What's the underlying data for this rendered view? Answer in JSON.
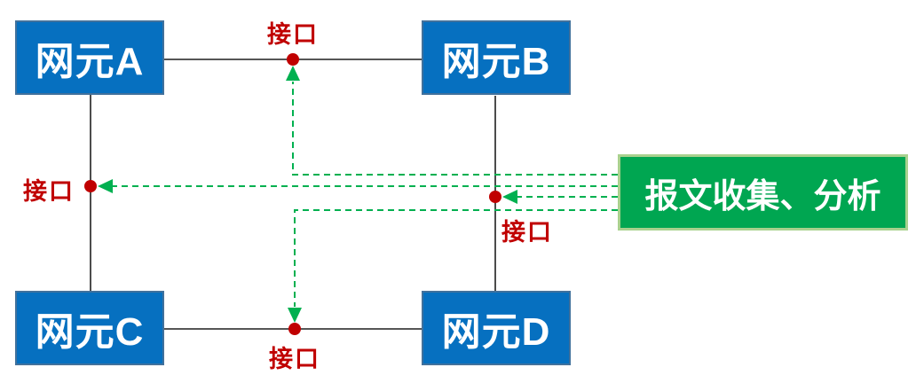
{
  "diagram": {
    "title": "network-elements-packet-capture-topology",
    "nodes": [
      {
        "id": "A",
        "label": "网元A"
      },
      {
        "id": "B",
        "label": "网元B"
      },
      {
        "id": "C",
        "label": "网元C"
      },
      {
        "id": "D",
        "label": "网元D"
      }
    ],
    "collector": {
      "label": "报文收集、分析"
    },
    "interfaces": [
      {
        "label": "接口",
        "position": "top-link-A-B"
      },
      {
        "label": "接口",
        "position": "left-link-A-C"
      },
      {
        "label": "接口",
        "position": "right-link-B-D"
      },
      {
        "label": "接口",
        "position": "bottom-link-C-D"
      }
    ],
    "links": [
      {
        "from": "A",
        "to": "B"
      },
      {
        "from": "A",
        "to": "C"
      },
      {
        "from": "C",
        "to": "D"
      },
      {
        "from": "B",
        "to": "D"
      }
    ],
    "capture_flows": [
      {
        "from": "collector",
        "to": "interface-top"
      },
      {
        "from": "collector",
        "to": "interface-left"
      },
      {
        "from": "collector",
        "to": "interface-right"
      },
      {
        "from": "collector",
        "to": "interface-bottom"
      }
    ],
    "colors": {
      "node_fill": "#0670C0",
      "node_border": "#41719C",
      "collector_fill": "#00A651",
      "collector_border": "#A9D18E",
      "label_red": "#C00000",
      "arrow_green": "#00B050",
      "line_black": "#1F1F1F"
    }
  }
}
